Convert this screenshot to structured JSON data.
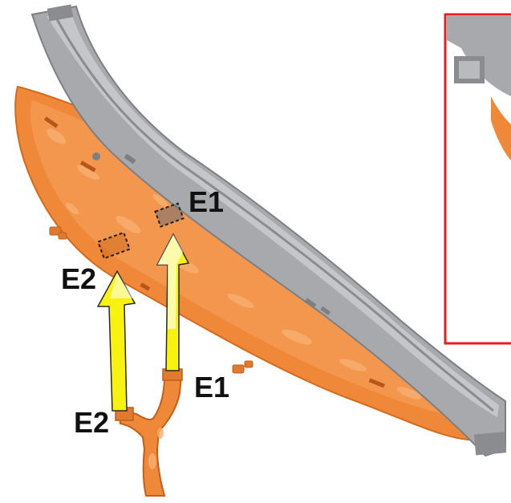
{
  "labels": {
    "e1_top": "E1",
    "e2_top": "E2",
    "e1_bottom": "E1",
    "e2_bottom": "E2"
  },
  "colors": {
    "gray_part": "#a7a9ac",
    "gray_shadow": "#8a8c8f",
    "gray_light": "#c4c6c8",
    "orange_part": "#f0883a",
    "orange_dark": "#d9691c",
    "orange_light": "#f8b072",
    "arrow_fill": "#f7f210",
    "arrow_stroke": "#2a2a2a",
    "inset_border": "#e02020"
  }
}
